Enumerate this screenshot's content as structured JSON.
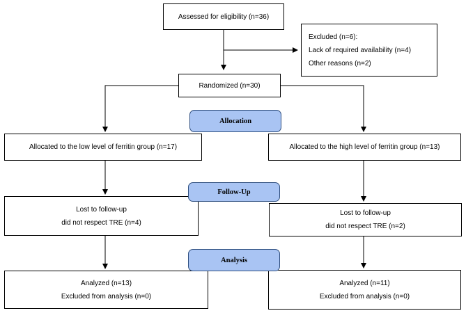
{
  "diagram": {
    "assessed": "Assessed for eligibility (n=36)",
    "excluded": {
      "title": "Excluded (n=6):",
      "lines": [
        "Lack of required availability (n=4)",
        "Other reasons (n=2)"
      ]
    },
    "randomized": "Randomized (n=30)",
    "phases": {
      "allocation": "Allocation",
      "follow_up": "Follow-Up",
      "analysis": "Analysis"
    },
    "low_group": {
      "allocated": "Allocated to the low level of ferritin group (n=17)",
      "lost": [
        "Lost to follow-up",
        "did not respect TRE (n=4)"
      ],
      "analyzed": [
        "Analyzed (n=13)",
        "Excluded from analysis (n=0)"
      ]
    },
    "high_group": {
      "allocated": "Allocated to the high level of ferritin group (n=13)",
      "lost": [
        "Lost to follow-up",
        "did not respect TRE (n=2)"
      ],
      "analyzed": [
        "Analyzed (n=11)",
        "Excluded from analysis (n=0)"
      ]
    }
  }
}
